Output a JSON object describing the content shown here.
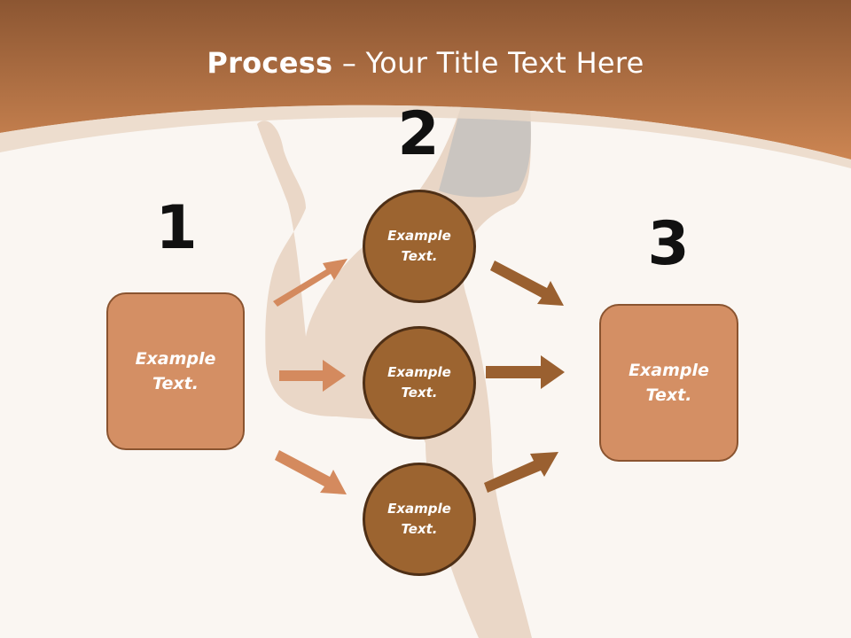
{
  "title": {
    "strong": "Process",
    "rest": " – Your Title Text Here"
  },
  "steps": {
    "one": "1",
    "two": "2",
    "three": "3"
  },
  "left_box": {
    "label": "Example\nText."
  },
  "right_box": {
    "label": "Example\nText."
  },
  "circles": [
    {
      "label": "Example\nText."
    },
    {
      "label": "Example\nText."
    },
    {
      "label": "Example\nText."
    }
  ],
  "colors": {
    "header_dark": "#8c5632",
    "header_light": "#cc8552",
    "box_fill": "#d48f64",
    "circle_fill": "#9c6430",
    "arrow_left": "#d48a5e",
    "arrow_right": "#9a6030"
  }
}
